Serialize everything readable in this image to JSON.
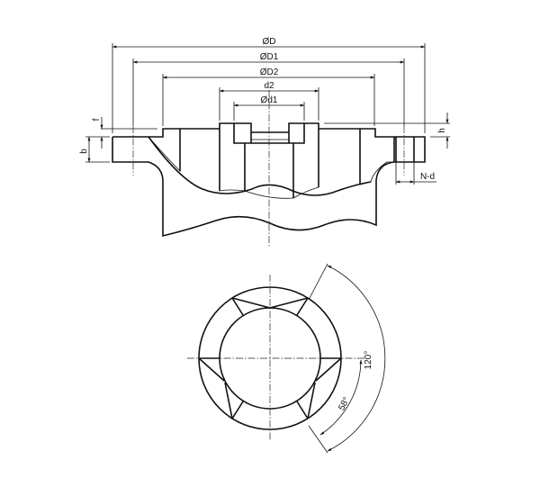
{
  "drawing": {
    "section_view": {
      "labels": {
        "D": "ØD",
        "D1": "ØD1",
        "D2": "ØD2",
        "d2": "d2",
        "d1": "Ød1",
        "f": "f",
        "b": "b",
        "h": "h",
        "Nd": "N-d"
      }
    },
    "plan_view": {
      "angles": {
        "large": "120°",
        "small": "58°"
      }
    }
  }
}
